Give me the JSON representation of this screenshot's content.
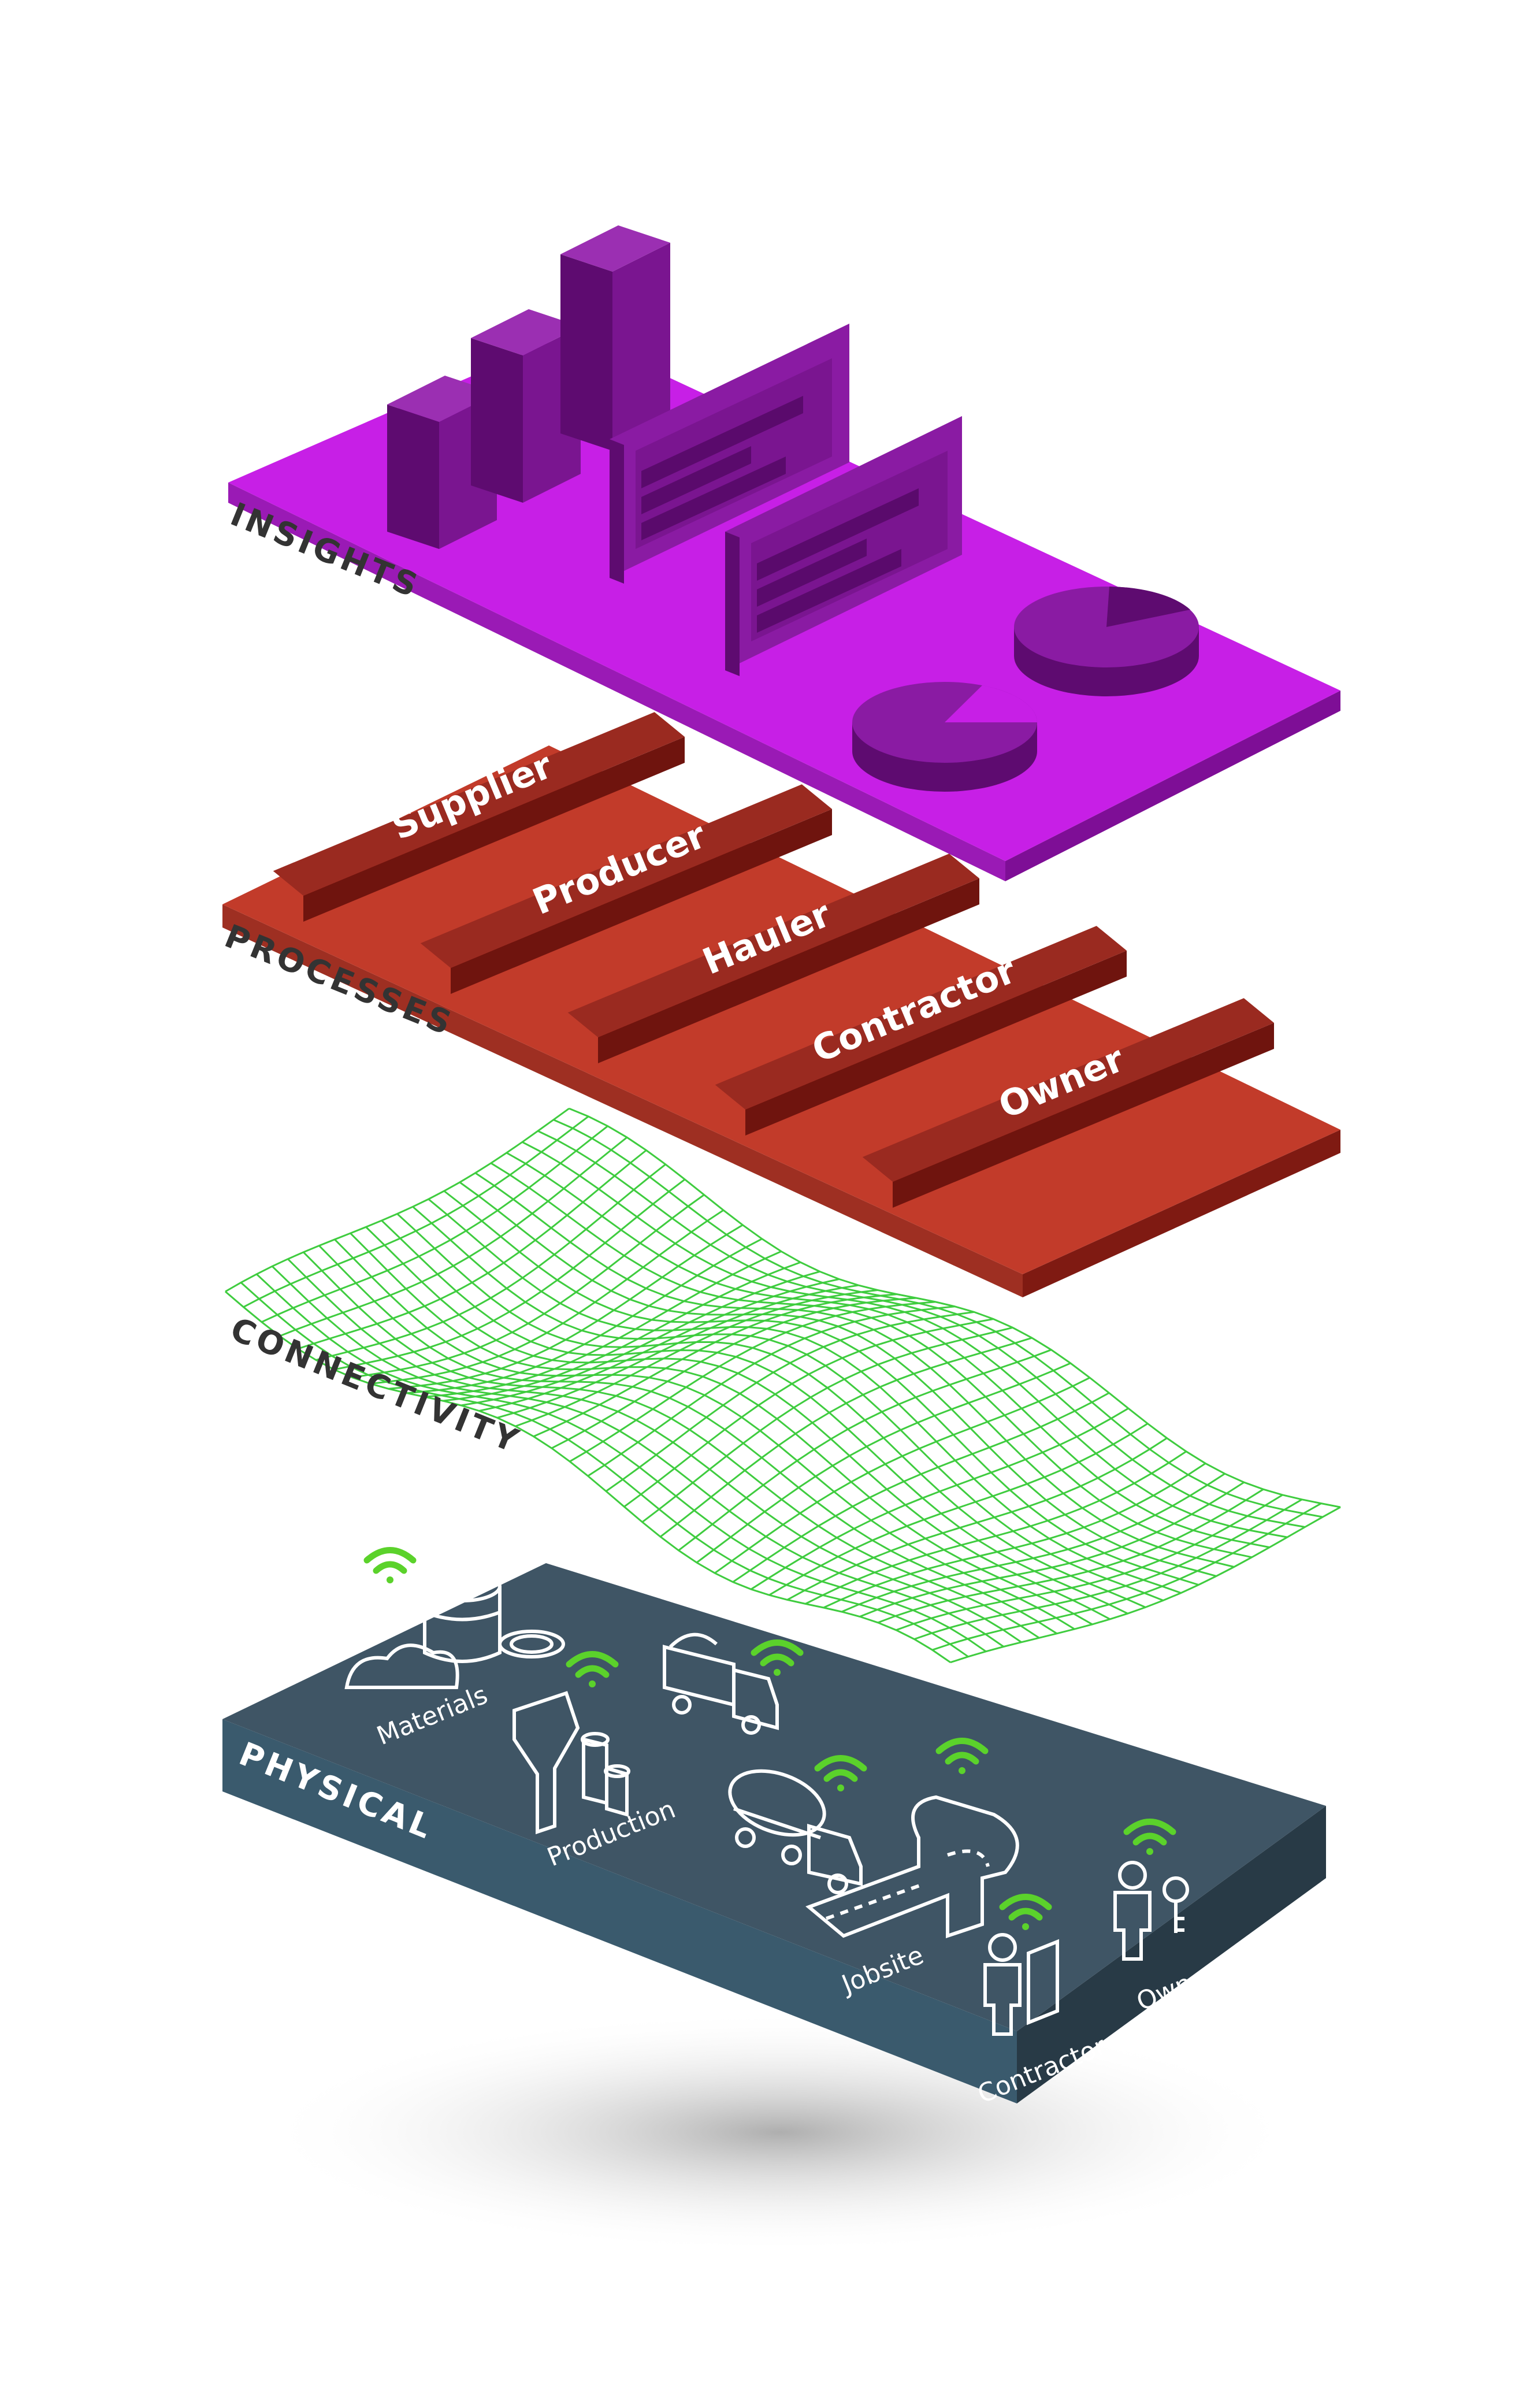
{
  "layers": {
    "insights": {
      "label": "INSIGHTS"
    },
    "processes": {
      "label": "PROCESSES"
    },
    "connectivity": {
      "label": "CONNECTIVITY"
    },
    "physical": {
      "label": "PHYSICAL"
    }
  },
  "processes": {
    "items": [
      "Supplier",
      "Producer",
      "Hauler",
      "Contractor",
      "Owner"
    ]
  },
  "physical": {
    "items": {
      "materials": "Materials",
      "production": "Production",
      "jobsite": "Jobsite",
      "contractor": "Contractor",
      "owner": "Owner"
    }
  },
  "colors": {
    "insights_top": "#C71FE6",
    "insights_side": "#7E0E96",
    "processes_top": "#C23B2A",
    "processes_side": "#7F1A12",
    "process_block": "#9A2A20",
    "mesh": "#3FCC3F",
    "physical_top": "#3F5565",
    "physical_side": "#283A46",
    "wifi": "#5BD22B",
    "label_text": "#333333"
  }
}
